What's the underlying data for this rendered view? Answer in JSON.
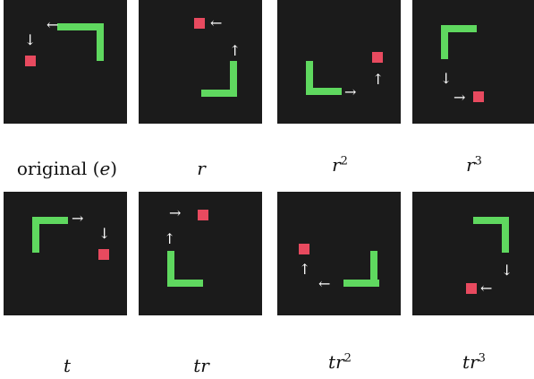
{
  "colors": {
    "background": "#1b1b1b",
    "snake": "#5fd85f",
    "food": "#e84a5f",
    "arrow": "#ffffff"
  },
  "top_row": [
    {
      "caption_prefix": "original (",
      "caption_symbol": "e",
      "caption_suffix": ")",
      "caption_exp": ""
    },
    {
      "caption_prefix": "",
      "caption_symbol": "r",
      "caption_suffix": "",
      "caption_exp": ""
    },
    {
      "caption_prefix": "",
      "caption_symbol": "r",
      "caption_suffix": "",
      "caption_exp": "2"
    },
    {
      "caption_prefix": "",
      "caption_symbol": "r",
      "caption_suffix": "",
      "caption_exp": "3"
    }
  ],
  "bottom_row": [
    {
      "caption_prefix": "",
      "caption_symbol": "t",
      "caption_suffix": "",
      "caption_exp": ""
    },
    {
      "caption_prefix": "",
      "caption_symbol": "tr",
      "caption_suffix": "",
      "caption_exp": ""
    },
    {
      "caption_prefix": "",
      "caption_symbol": "tr",
      "caption_suffix": "",
      "caption_exp": "2"
    },
    {
      "caption_prefix": "",
      "caption_symbol": "tr",
      "caption_suffix": "",
      "caption_exp": "3"
    }
  ],
  "arrow_glyphs": {
    "left": "←",
    "right": "→",
    "up": "↑",
    "down": "↓"
  }
}
